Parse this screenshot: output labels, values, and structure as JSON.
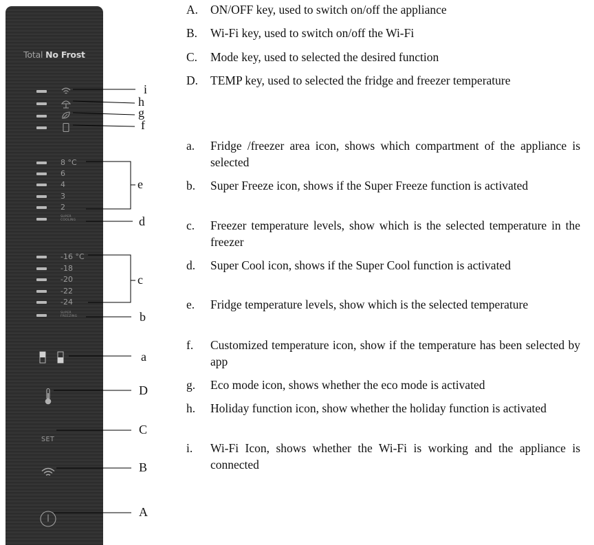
{
  "panel": {
    "title_light": "Total",
    "title_bold": "No Frost",
    "fridge_levels": [
      "8 °C",
      "6",
      "4",
      "3",
      "2"
    ],
    "super_cool": [
      "SUPER",
      "COOLING"
    ],
    "freezer_levels": [
      "-16 °C",
      "-18",
      "-20",
      "-22",
      "-24"
    ],
    "super_freezing": [
      "SUPER",
      "FREEZING"
    ],
    "set_label": "SET",
    "icons": [
      "wifi-icon",
      "holiday-icon",
      "eco-icon",
      "customized-temperature-icon",
      "fridge-area-icon",
      "freezer-area-icon",
      "thermometer-icon",
      "wifi-key-icon",
      "power-icon"
    ]
  },
  "labels": {
    "i": "i",
    "h": "h",
    "g": "g",
    "f": "f",
    "e": "e",
    "d": "d",
    "c": "c",
    "b": "b",
    "a": "a",
    "D": "D",
    "C": "C",
    "B": "B",
    "A": "A"
  },
  "legend": [
    {
      "key": "A.",
      "text": "ON/OFF key, used to switch on/off the appliance"
    },
    {
      "key": "B.",
      "text": "Wi-Fi key, used to switch on/off the Wi-Fi"
    },
    {
      "key": "C.",
      "text": "Mode key, used to selected the desired function"
    },
    {
      "key": "D.",
      "text": "TEMP key, used to selected the fridge and freezer temperature"
    },
    {
      "key": "a.",
      "text": "Fridge /freezer area icon, shows which compartment of the appliance is selected"
    },
    {
      "key": "b.",
      "text": "Super Freeze icon, shows if the Super Freeze function is activated"
    },
    {
      "key": "c.",
      "text": "Freezer temperature levels, show which is the selected temperature in the freezer"
    },
    {
      "key": "d.",
      "text": "Super Cool icon, shows if the Super Cool function is activated"
    },
    {
      "key": "e.",
      "text": "Fridge temperature levels, show which is the selected temperature"
    },
    {
      "key": "f.",
      "text": "Customized temperature icon, show if the temperature has been selected by app"
    },
    {
      "key": "g.",
      "text": "Eco mode icon, shows whether the eco mode is activated"
    },
    {
      "key": "h.",
      "text": "Holiday function icon, show whether the holiday function is activated"
    },
    {
      "key": "i.",
      "text": "Wi-Fi Icon, shows whether the Wi-Fi is working and the appliance is connected"
    }
  ],
  "colors": {
    "panel": "#2e2e2e",
    "panel_text": "#9b9b9b",
    "led": "#b8b8b8",
    "line": "#000000"
  }
}
